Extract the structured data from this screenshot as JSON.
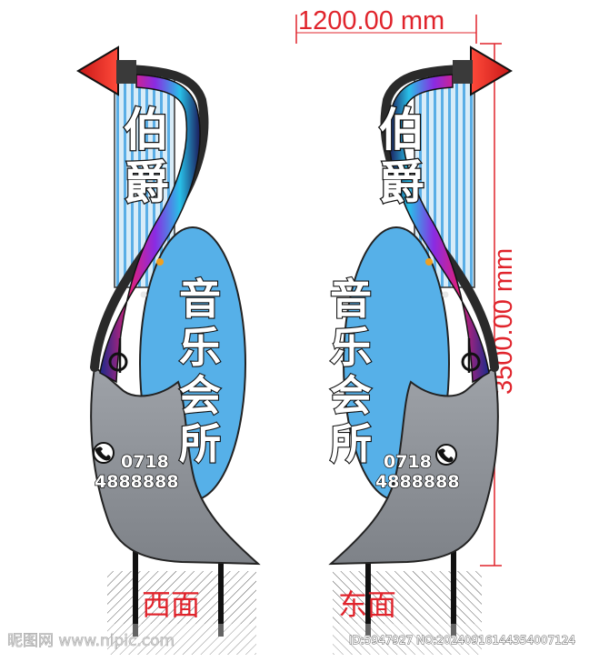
{
  "dimensions": {
    "width_label": "1200.00 mm",
    "height_label": "3500.00 mm"
  },
  "sign": {
    "name_chars": [
      "伯",
      "爵"
    ],
    "subtitle_chars": [
      "音",
      "乐",
      "会",
      "所"
    ],
    "phone_line1": "0718",
    "phone_line2": "4888888",
    "phone_icon": "phone-icon"
  },
  "faces": {
    "west": "西面",
    "east": "东面"
  },
  "watermark": {
    "site": "昵图网 www.nipic.com",
    "id": "ID:5947927 NO:20240916144354007124"
  },
  "colors": {
    "dimension_red": "#e0242c",
    "panel_blue": "#56b0e8",
    "body_gray": "#8c9096",
    "arrow_red": "#e8261f"
  }
}
